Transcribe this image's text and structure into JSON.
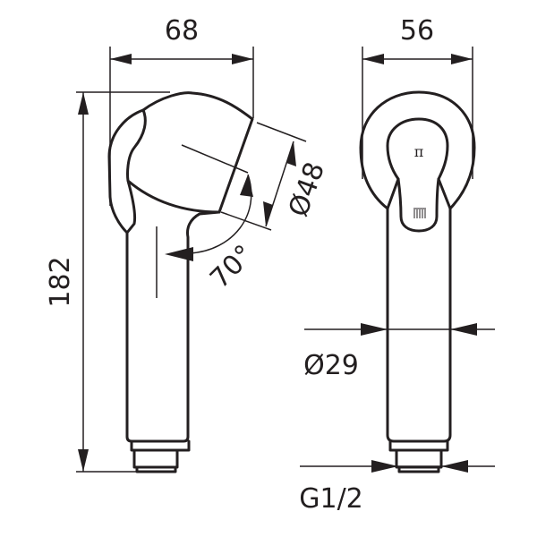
{
  "title": "Hand shower dimension drawing",
  "dimensions": {
    "width_side": "68",
    "width_front": "56",
    "height": "182",
    "head_diameter": "Ø48",
    "handle_diameter": "Ø29",
    "angle": "70°",
    "thread": "G1/2"
  },
  "colors": {
    "line": "#231f20",
    "background": "#ffffff"
  }
}
